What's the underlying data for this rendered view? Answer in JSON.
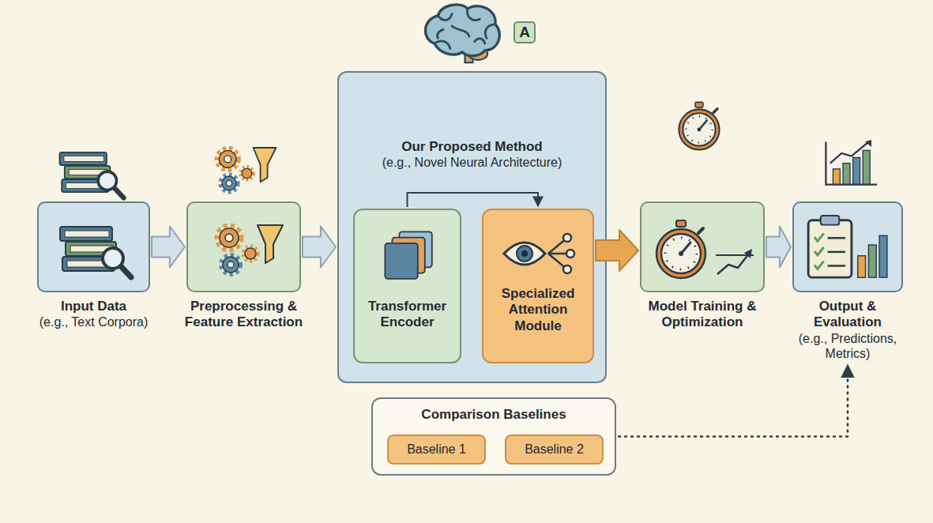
{
  "diagram": {
    "nodes": [
      {
        "text": [
          "Input Data",
          "(e.g., Text Corpora)"
        ]
      },
      {
        "text": [
          "Preprocessing & Feature Extraction"
        ]
      },
      {
        "text": [
          "Our Proposed Method",
          "(e.g., Novel Neural Architecture)"
        ]
      },
      {
        "text": [
          "Transformer Encoder"
        ],
        "in": 2
      },
      {
        "text": [
          "Specialized Attention Module"
        ],
        "in": 2
      },
      {
        "text": [
          "Model Training & Optimization"
        ]
      },
      {
        "text": [
          "Output & Evaluation",
          "(e.g., Predictions, Metrics)"
        ]
      },
      {
        "text": [
          "Comparison Baselines"
        ]
      },
      {
        "text": [
          "Baseline 1"
        ],
        "in": 7
      },
      {
        "text": [
          "Baseline 2"
        ],
        "in": 7
      }
    ],
    "edges": [
      {
        "from": 0,
        "to": 1,
        "arrow": "to"
      },
      {
        "from": 1,
        "to": 2,
        "arrow": "to"
      },
      {
        "from": 3,
        "to": 4,
        "arrow": "to"
      },
      {
        "from": 4,
        "to": 5,
        "arrow": "to"
      },
      {
        "from": 5,
        "to": 6,
        "arrow": "to"
      },
      {
        "from": 7,
        "to": 6,
        "arrow": "to"
      }
    ],
    "labels": [
      "A"
    ]
  }
}
